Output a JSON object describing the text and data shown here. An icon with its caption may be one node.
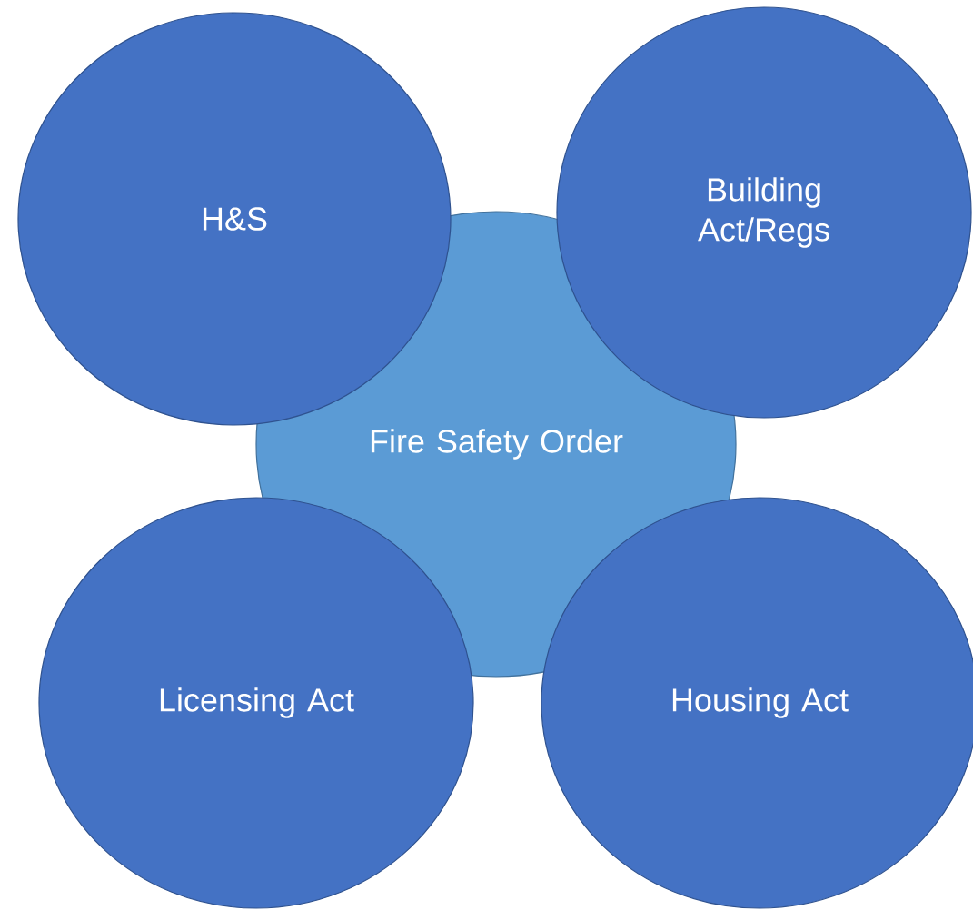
{
  "diagram": {
    "nodes": [
      {
        "text": [
          "H&S"
        ]
      },
      {
        "text": [
          "Building Act/Regs"
        ]
      },
      {
        "text": [
          "Fire Safety Order"
        ]
      },
      {
        "text": [
          "Licensing Act"
        ]
      },
      {
        "text": [
          "Housing Act"
        ]
      }
    ]
  }
}
